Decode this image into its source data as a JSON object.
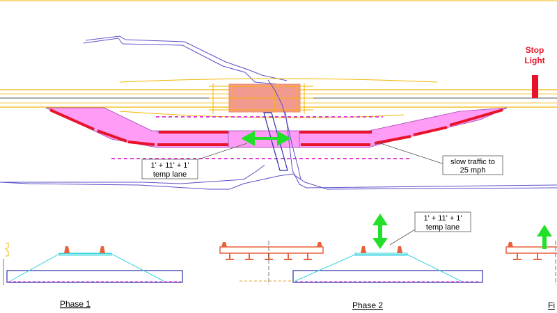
{
  "stop_light": {
    "line1": "Stop",
    "line2": "Light",
    "color": "#e8132b"
  },
  "callouts": {
    "temp_lane_plan": {
      "line1": "1' + 11' + 1'",
      "line2": "temp lane"
    },
    "slow_traffic": {
      "line1": "slow traffic to",
      "line2": "25 mph"
    },
    "temp_lane_section": {
      "line1": "1' + 11' + 1'",
      "line2": "temp lane"
    }
  },
  "phases": [
    {
      "label": "Phase 1"
    },
    {
      "label": "Phase 2"
    },
    {
      "label": "Fi"
    }
  ],
  "colors": {
    "road_edge": "#f5b400",
    "bypass_fill": "#ff9cf5",
    "barrier": "#e8132b",
    "bridge_fill": "#f29a90",
    "creek": "#5a4fc9",
    "arrow": "#22e02a",
    "section_outline": "#32d4dc",
    "deck": "#e8613a"
  },
  "icons": [
    "double-arrow-icon",
    "vertical-double-arrow-icon",
    "up-arrow-icon"
  ]
}
